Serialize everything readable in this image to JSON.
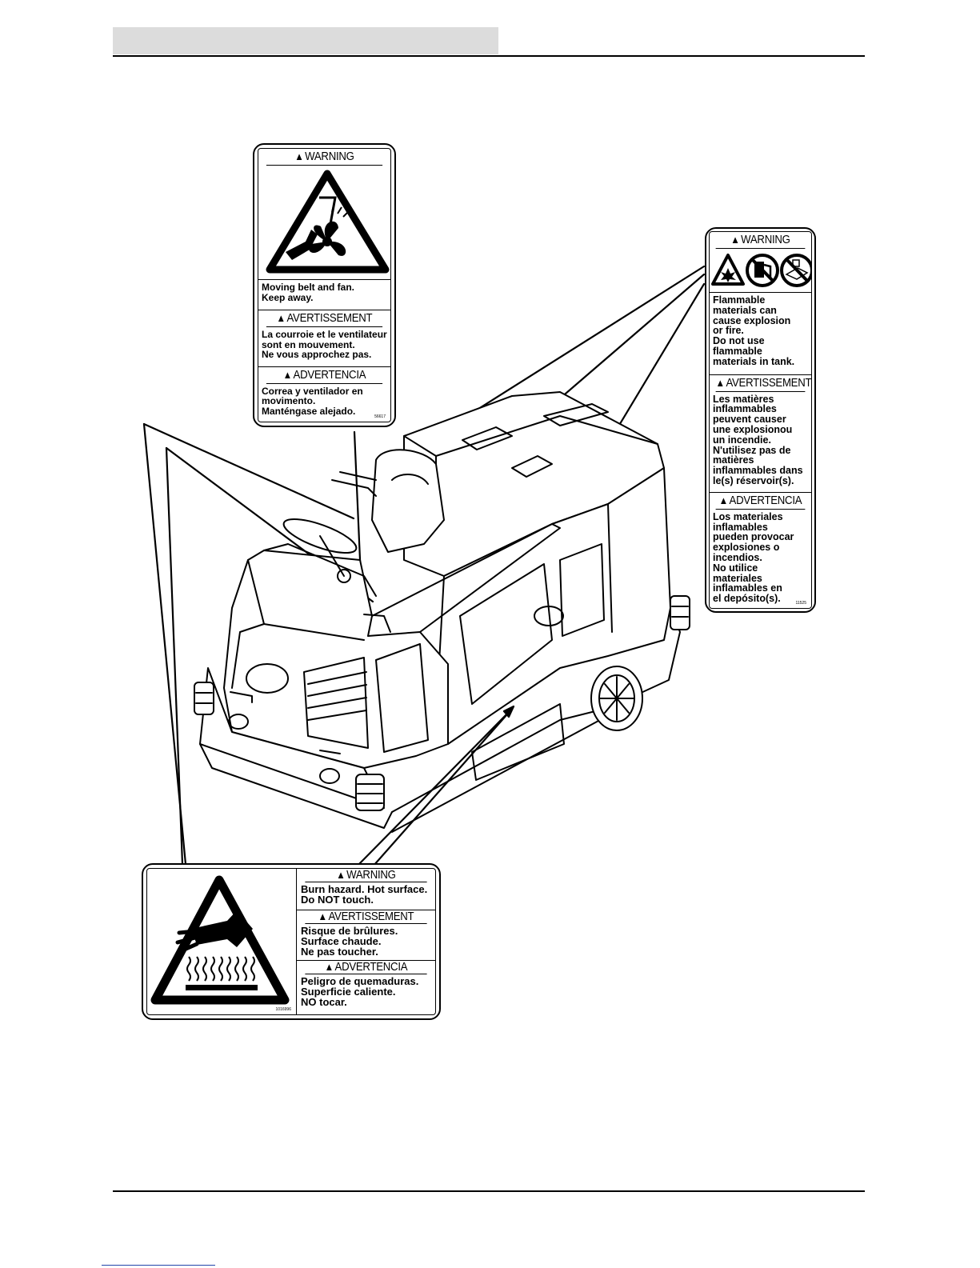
{
  "labels": {
    "fan": {
      "warning": "WARNING",
      "warning_text": [
        "Moving belt and fan.",
        "Keep away."
      ],
      "avertissement": "AVERTISSEMENT",
      "avertissement_text": [
        "La courroie et le ventilateur",
        "sont en mouvement.",
        "Ne vous approchez pas."
      ],
      "advertencia": "ADVERTENCIA",
      "advertencia_text": [
        "Correa y ventilador en",
        "movimento.",
        "Manténgase alejado."
      ],
      "code": "56617"
    },
    "flammable": {
      "warning": "WARNING",
      "warning_text": [
        "Flammable",
        "materials can",
        "cause explosion",
        "or fire.",
        "Do not use",
        "flammable",
        "materials in tank."
      ],
      "avertissement": "AVERTISSEMENT",
      "avertissement_text": [
        "Les matières",
        "inflammables",
        "peuvent causer",
        "une explosionou",
        "un incendie.",
        "N'utilisez pas de",
        "matières",
        "inflammables dans",
        "le(s) réservoir(s)."
      ],
      "advertencia": "ADVERTENCIA",
      "advertencia_text": [
        "Los materiales",
        "inflamables",
        "pueden provocar",
        "explosiones o",
        "incendios.",
        "No utilice",
        "materiales",
        "inflamables en",
        "el depósito(s)."
      ],
      "code": "11525"
    },
    "burn": {
      "warning": "WARNING",
      "warning_text": [
        "Burn hazard. Hot surface.",
        "Do NOT touch."
      ],
      "avertissement": "AVERTISSEMENT",
      "avertissement_text": [
        "Risque de brûlures.",
        "Surface chaude.",
        "Ne pas toucher."
      ],
      "advertencia": "ADVERTENCIA",
      "advertencia_text": [
        "Peligro de quemaduras.",
        "Superficie caliente.",
        "NO tocar."
      ],
      "code": "1016996"
    }
  },
  "icons": [
    "warning-triangle-icon",
    "fan-hazard-icon",
    "explosion-icon",
    "no-fuel-icon",
    "no-flame-icon",
    "hot-surface-icon"
  ]
}
